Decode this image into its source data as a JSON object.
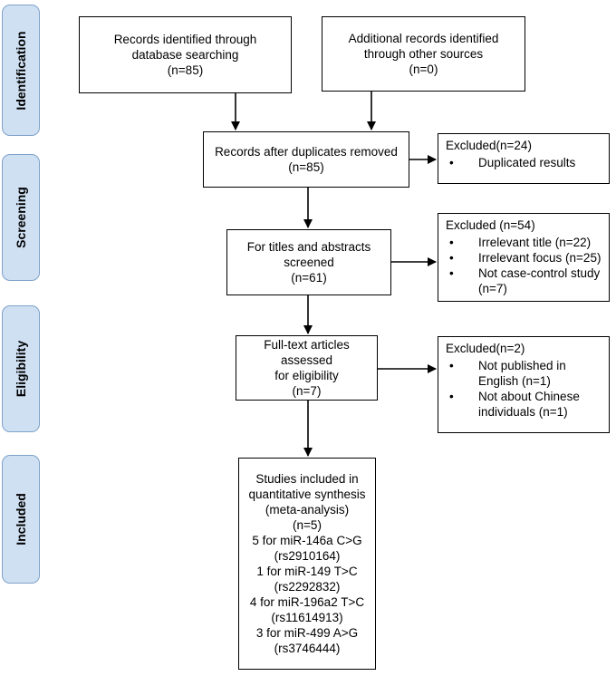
{
  "stages": {
    "identification": "Identification",
    "screening": "Screening",
    "eligibility": "Eligibility",
    "included": "Included"
  },
  "boxes": {
    "database": [
      "Records identified through",
      "database searching",
      "(n=85)"
    ],
    "other_sources": [
      "Additional records identified",
      "through other sources",
      "(n=0)"
    ],
    "dedup": [
      "Records after duplicates removed",
      "(n=85)"
    ],
    "titles": [
      "For titles and abstracts",
      "screened",
      "(n=61)"
    ],
    "fulltext": [
      "Full-text articles assessed",
      "for eligibility",
      "(n=7)"
    ],
    "included": [
      "Studies included in",
      "quantitative synthesis",
      "(meta-analysis)",
      "(n=5)",
      "5 for miR-146a C>G",
      "(rs2910164)",
      "1 for miR-149 T>C",
      "(rs2292832)",
      "4 for miR-196a2 T>C",
      "(rs11614913)",
      "3 for miR-499 A>G",
      "(rs3746444)"
    ]
  },
  "excluded": {
    "dedup": {
      "title": "Excluded(n=24)",
      "items": [
        "Duplicated results"
      ]
    },
    "titles": {
      "title": "Excluded (n=54)",
      "items": [
        "Irrelevant title (n=22)",
        "Irrelevant focus (n=25)",
        "Not case-control study (n=7)"
      ]
    },
    "fulltext": {
      "title": "Excluded(n=2)",
      "items": [
        "Not published in English (n=1)",
        "Not about Chinese individuals (n=1)"
      ]
    }
  },
  "bullet": "•",
  "colors": {
    "stage_fill": "#cfe0f3",
    "stage_border": "#7fa2c8"
  }
}
